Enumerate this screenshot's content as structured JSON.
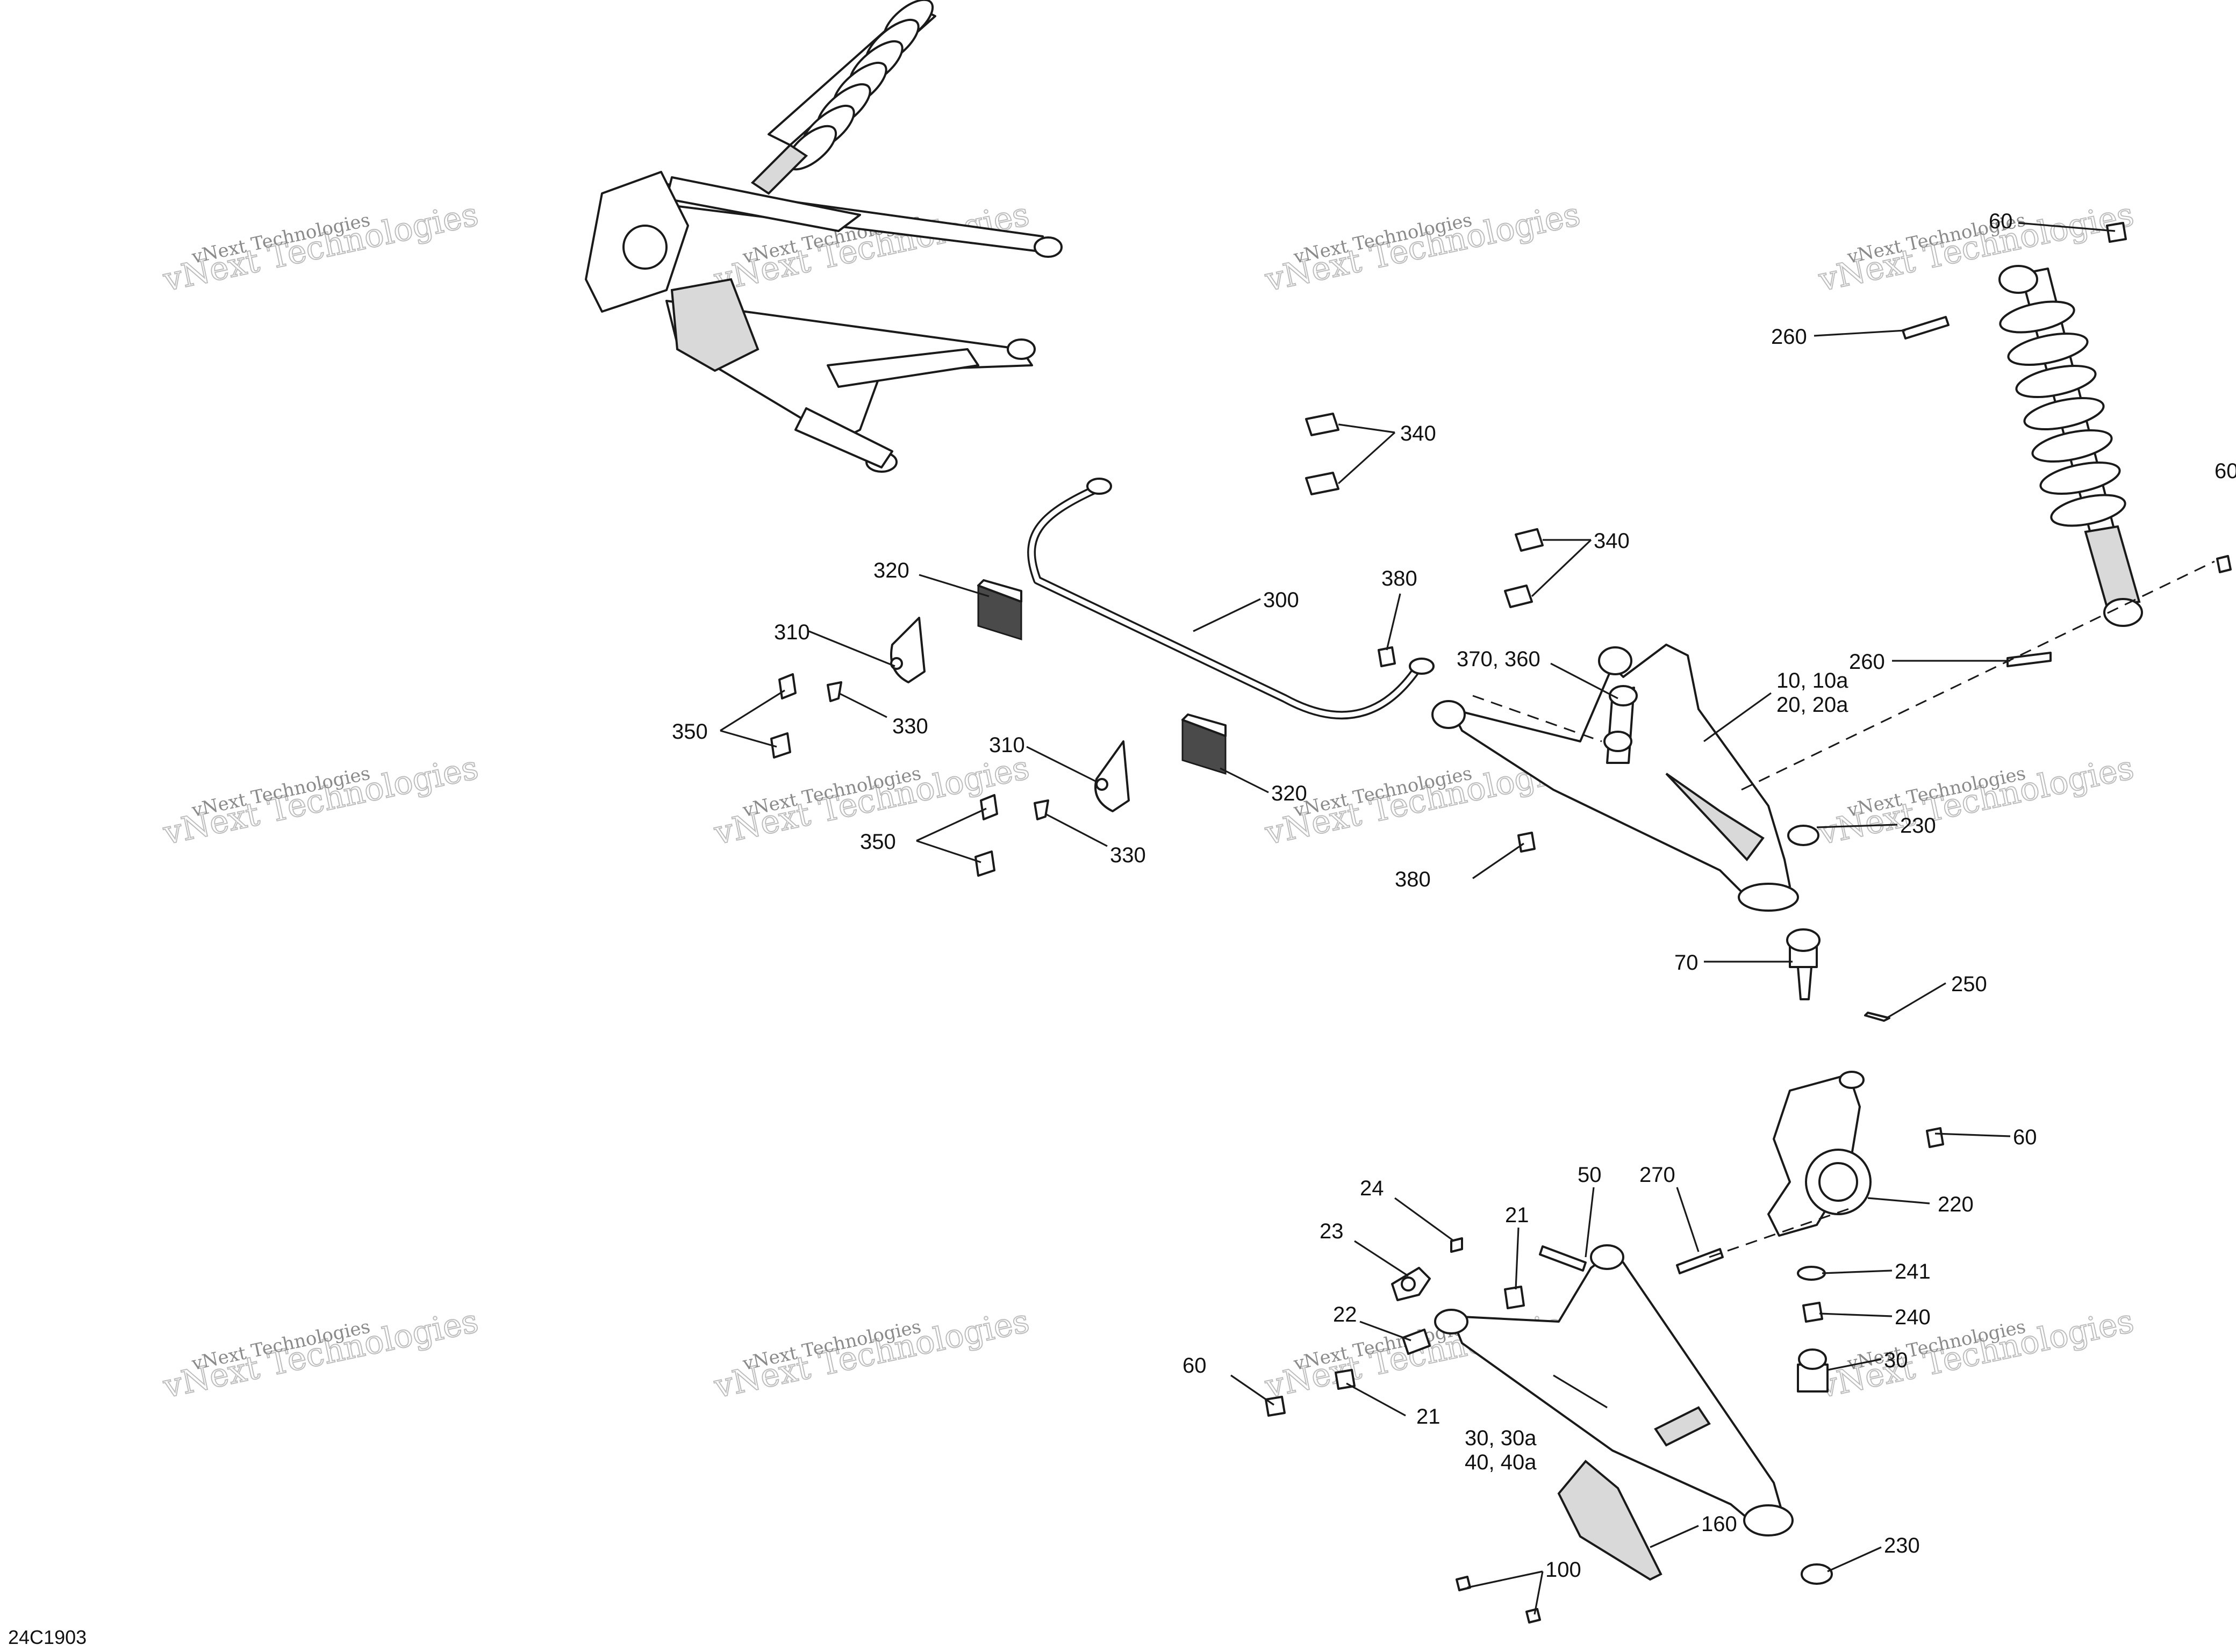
{
  "diagram_id": "24C1903",
  "watermark": {
    "line1": "vNext Technologies",
    "line2": "vNext Technologies"
  },
  "callouts": {
    "c60a": "60",
    "c260a": "260",
    "c340a": "340",
    "c60b": "60",
    "c320a": "320",
    "c310a": "310",
    "c300": "300",
    "c380a": "380",
    "c340b": "340",
    "c370": "370, 360",
    "c10": "10, 10a",
    "c20": "20, 20a",
    "c350a": "350",
    "c330a": "330",
    "c310b": "310",
    "c320b": "320",
    "c260b": "260",
    "c350b": "350",
    "c330b": "330",
    "c230a": "230",
    "c380b": "380",
    "c70": "70",
    "c250": "250",
    "c60c": "60",
    "c24": "24",
    "c50": "50",
    "c270": "270",
    "c220": "220",
    "c21a": "21",
    "c23": "23",
    "c241": "241",
    "c240": "240",
    "c22": "22",
    "c60d": "60",
    "c21b": "21",
    "c30": "30",
    "c30a": "30, 30a",
    "c40a": "40, 40a",
    "c160": "160",
    "c230b": "230",
    "c100": "100"
  }
}
